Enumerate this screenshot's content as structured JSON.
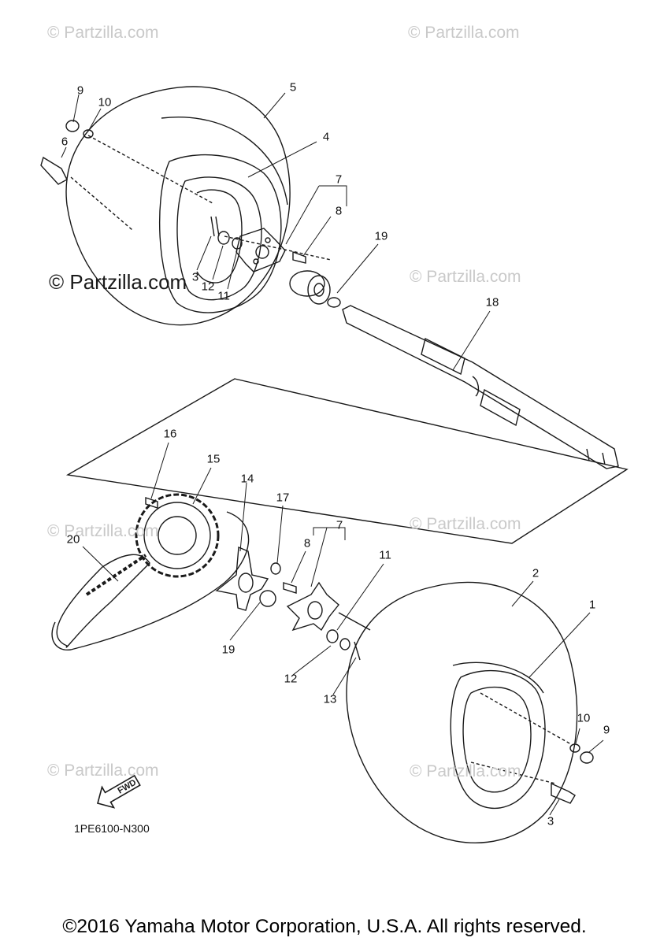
{
  "watermarks": {
    "text": "© Partzilla.com",
    "items": [
      "© Partzilla.com",
      "© Partzilla.com",
      "© Partzilla.com",
      "© Partzilla.com",
      "© Partzilla.com",
      "© Partzilla.com",
      "© Partzilla.com",
      "© Partzilla.com"
    ],
    "prominent": "© Partzilla.com"
  },
  "callouts": [
    "9",
    "10",
    "6",
    "5",
    "4",
    "7",
    "8",
    "19",
    "3",
    "12",
    "11",
    "18",
    "16",
    "15",
    "14",
    "17",
    "7",
    "8",
    "11",
    "20",
    "2",
    "1",
    "19",
    "12",
    "13",
    "10",
    "9",
    "3"
  ],
  "direction_arrow": {
    "label": "FWD",
    "icon": "forward-arrow-icon"
  },
  "diagram_code": "1PE6100-N300",
  "copyright": "©2016 Yamaha Motor Corporation, U.S.A. All rights reserved.",
  "colors": {
    "line": "#1a1a1a",
    "watermark": "#c9c9c9"
  }
}
